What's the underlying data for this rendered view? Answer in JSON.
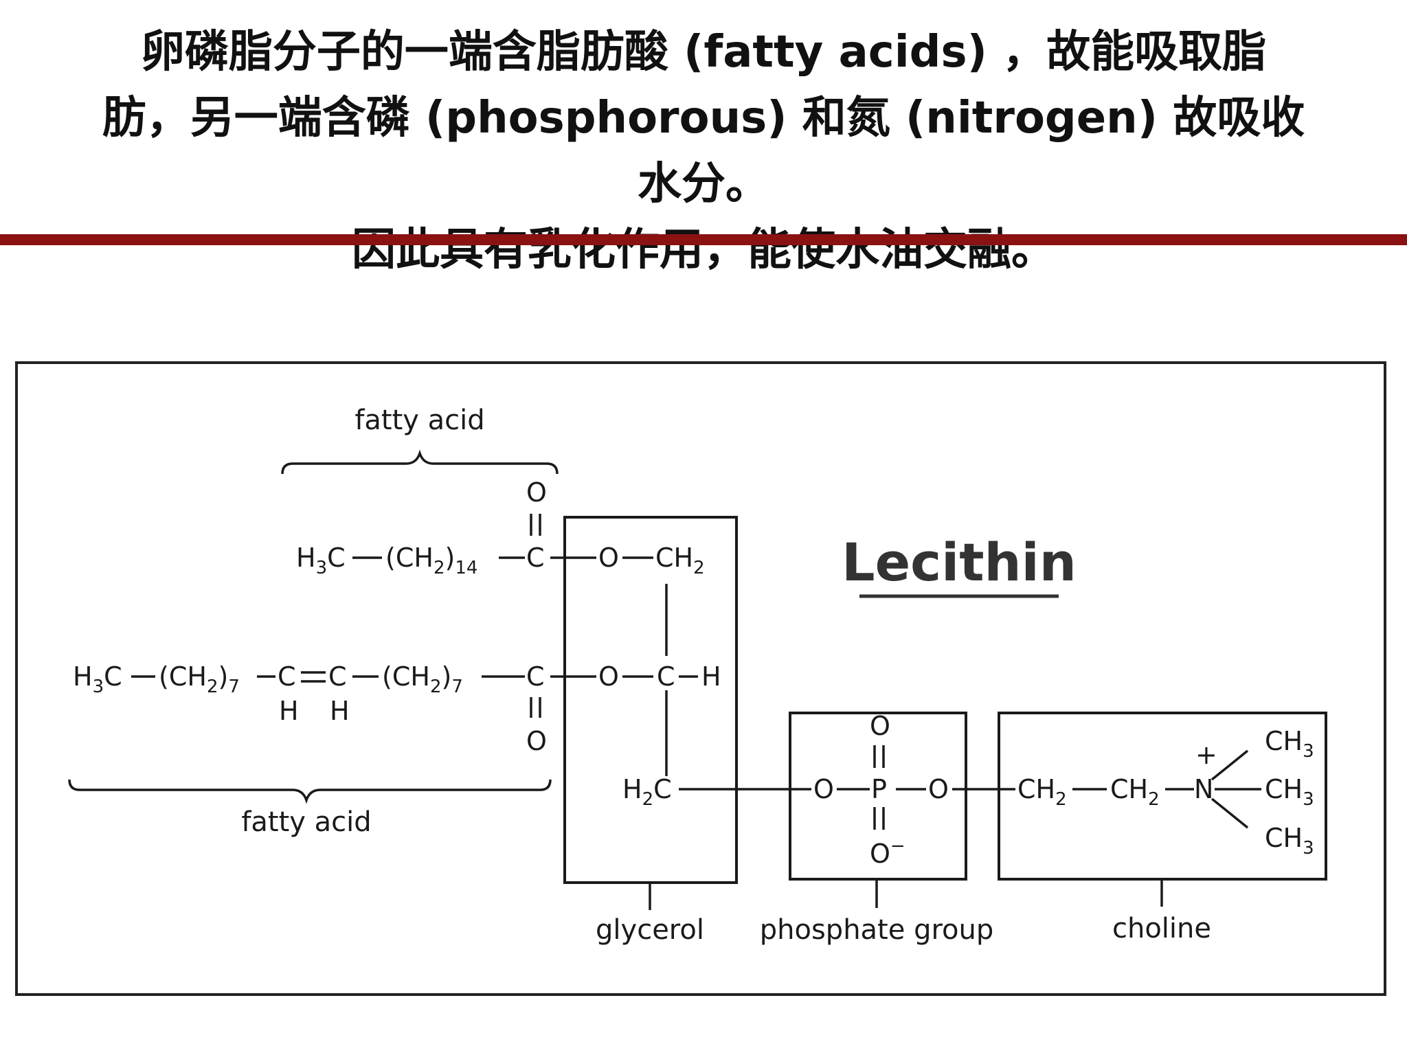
{
  "title": {
    "line1": "卵磷脂分子的一端含脂肪酸 (fatty acids) ，故能吸取脂",
    "line2": "肪，另一端含磷 (phosphorous) 和氮 (nitrogen) 故吸收",
    "line3": "水分。",
    "line4": "因此具有乳化作用，能使水油交融。"
  },
  "colors": {
    "rule": "#8b1212"
  },
  "diagram": {
    "heading": "Lecithin",
    "labels": {
      "fatty_acid_top": "fatty acid",
      "fatty_acid_bottom": "fatty acid",
      "glycerol": "glycerol",
      "phosphate_group": "phosphate group",
      "choline": "choline"
    },
    "atoms": {
      "O": "O",
      "C": "C",
      "H": "H",
      "P": "P",
      "N": "N",
      "CH": "CH",
      "plus": "+",
      "minus": "−",
      "sub2": "2",
      "sub3": "3",
      "sub7": "7",
      "sub14": "14"
    }
  }
}
